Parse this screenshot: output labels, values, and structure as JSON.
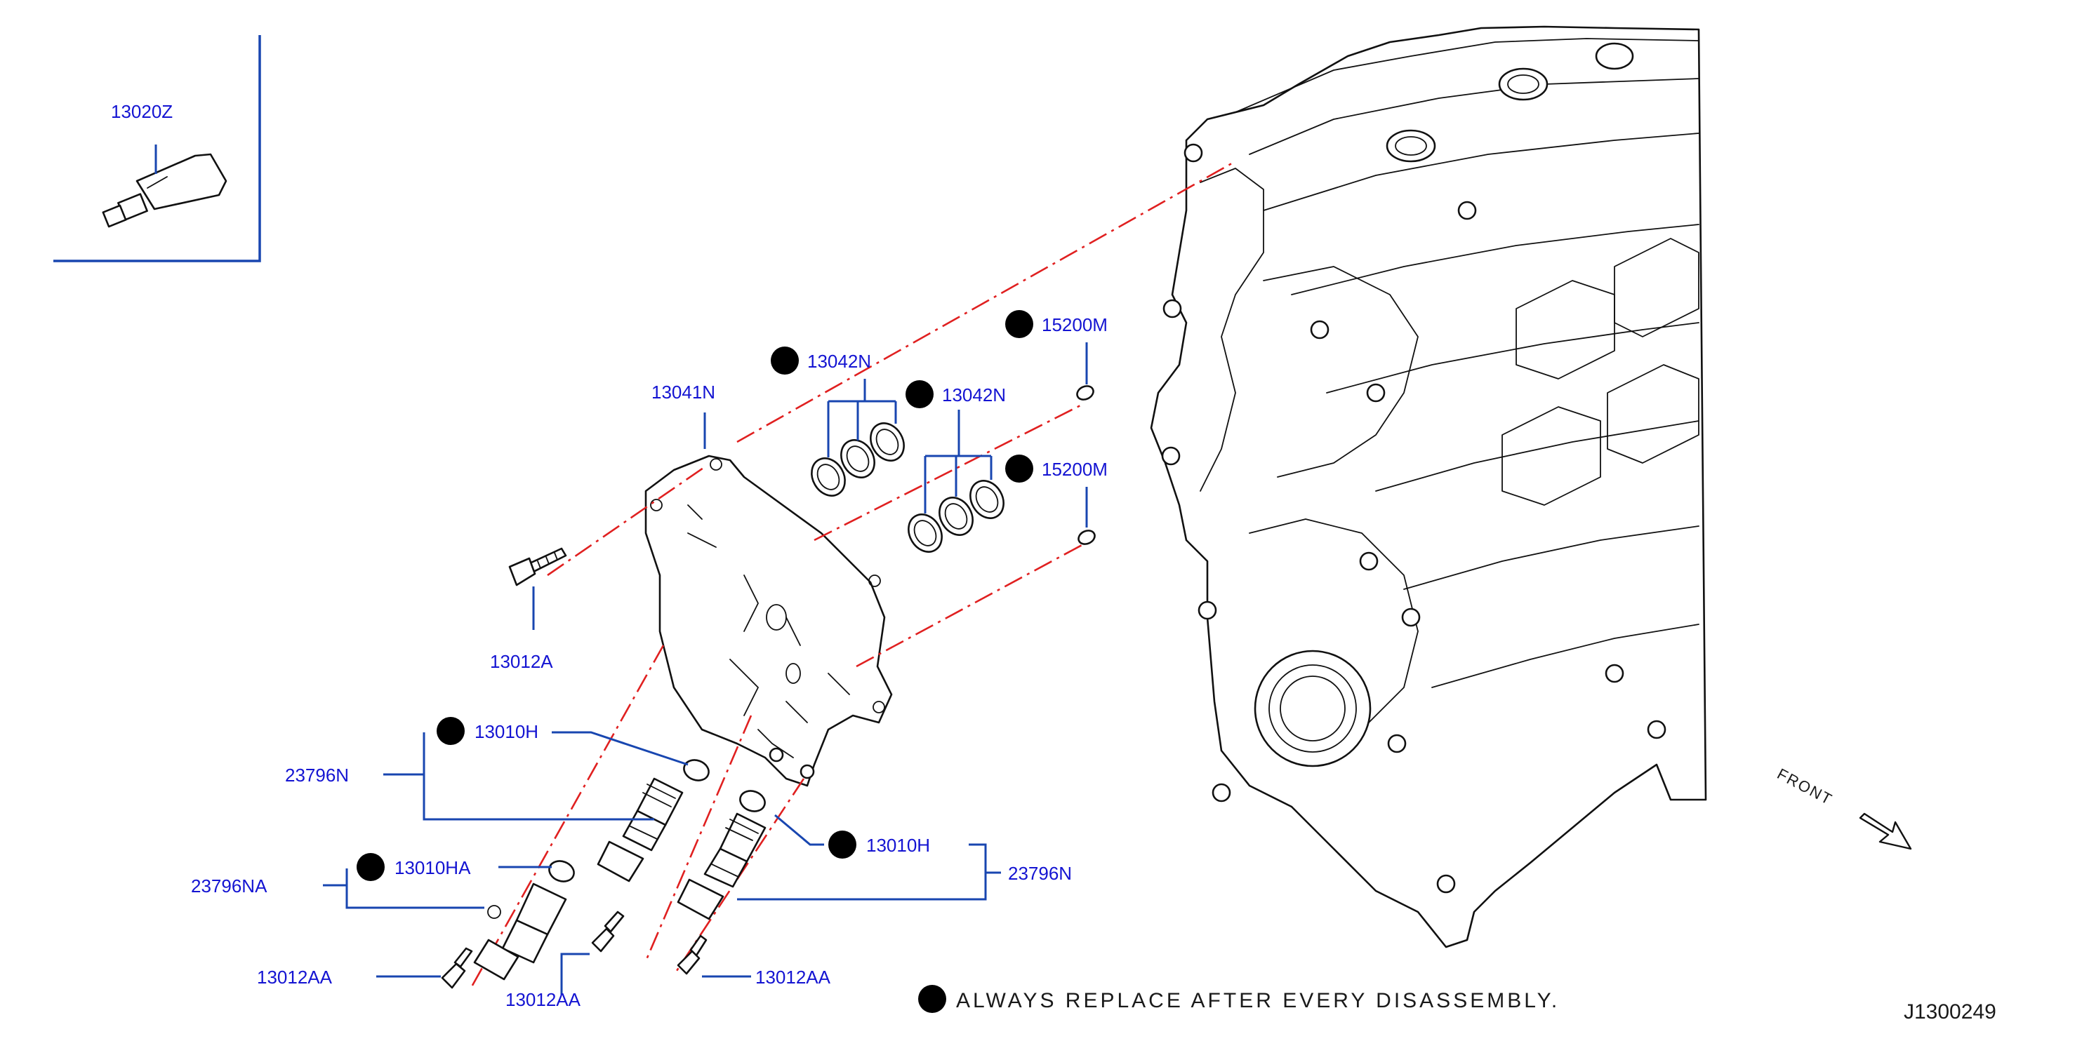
{
  "diagram_code": "J1300249",
  "note": {
    "text": "ALWAYS REPLACE AFTER EVERY DISASSEMBLY."
  },
  "front_label": "FRONT",
  "labels": {
    "p13020Z": "13020Z",
    "p13041N": "13041N",
    "p13042N_a": "13042N",
    "p13042N_b": "13042N",
    "p15200M_a": "15200M",
    "p15200M_b": "15200M",
    "p13012A": "13012A",
    "p13010H_a": "13010H",
    "p13010H_b": "13010H",
    "p23796N_a": "23796N",
    "p23796N_b": "23796N",
    "p13010HA": "13010HA",
    "p23796NA": "23796NA",
    "p13012AA_a": "13012AA",
    "p13012AA_b": "13012AA",
    "p13012AA_c": "13012AA"
  },
  "colors": {
    "label": "#1414d2",
    "leader": "#1846b0",
    "centerline": "#e02020",
    "line": "#111111"
  },
  "icons": {
    "replace_marker": "x-circle-icon",
    "front_arrow": "arrow-down-right-icon"
  }
}
